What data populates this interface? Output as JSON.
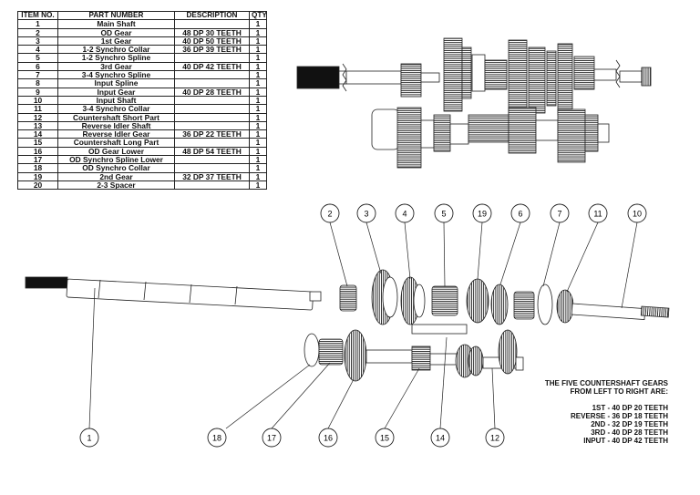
{
  "table": {
    "headers": [
      "ITEM NO.",
      "PART NUMBER",
      "DESCRIPTION",
      "QTY."
    ],
    "rows": [
      {
        "item": "1",
        "part": "Main Shaft",
        "desc": "",
        "qty": "1"
      },
      {
        "item": "2",
        "part": "OD Gear",
        "desc": "48 DP 30 TEETH",
        "qty": "1"
      },
      {
        "item": "3",
        "part": "1st Gear",
        "desc": "40 DP 50 TEETH",
        "qty": "1"
      },
      {
        "item": "4",
        "part": "1-2 Synchro Collar",
        "desc": "36 DP 39 TEETH",
        "qty": "1"
      },
      {
        "item": "5",
        "part": "1-2 Synchro Spline",
        "desc": "",
        "qty": "1"
      },
      {
        "item": "6",
        "part": "3rd Gear",
        "desc": "40 DP 42 TEETH",
        "qty": "1"
      },
      {
        "item": "7",
        "part": "3-4 Synchro Spline",
        "desc": "",
        "qty": "1"
      },
      {
        "item": "8",
        "part": "Input Spline",
        "desc": "",
        "qty": "1"
      },
      {
        "item": "9",
        "part": "Input Gear",
        "desc": "40 DP 28 TEETH",
        "qty": "1"
      },
      {
        "item": "10",
        "part": "Input Shaft",
        "desc": "",
        "qty": "1"
      },
      {
        "item": "11",
        "part": "3-4 Synchro Collar",
        "desc": "",
        "qty": "1"
      },
      {
        "item": "12",
        "part": "Countershaft Short Part",
        "desc": "",
        "qty": "1"
      },
      {
        "item": "13",
        "part": "Reverse Idler Shaft",
        "desc": "",
        "qty": "1"
      },
      {
        "item": "14",
        "part": "Reverse Idler Gear",
        "desc": "36 DP 22 TEETH",
        "qty": "1"
      },
      {
        "item": "15",
        "part": "Countershaft Long Part",
        "desc": "",
        "qty": "1"
      },
      {
        "item": "16",
        "part": "OD Gear Lower",
        "desc": "48 DP 54 TEETH",
        "qty": "1"
      },
      {
        "item": "17",
        "part": "OD Synchro Spline Lower",
        "desc": "",
        "qty": "1"
      },
      {
        "item": "18",
        "part": "OD Synchro Collar",
        "desc": "",
        "qty": "1"
      },
      {
        "item": "19",
        "part": "2nd Gear",
        "desc": "32 DP 37 TEETH",
        "qty": "1"
      },
      {
        "item": "20",
        "part": "2-3 Spacer",
        "desc": "",
        "qty": "1"
      }
    ]
  },
  "balloons": [
    "2",
    "3",
    "4",
    "5",
    "19",
    "6",
    "7",
    "11",
    "10",
    "1",
    "18",
    "17",
    "16",
    "15",
    "14",
    "12"
  ],
  "note": {
    "header": [
      "THE FIVE COUNTERSHAFT GEARS",
      "FROM LEFT TO RIGHT ARE:"
    ],
    "lines": [
      "1ST - 40 DP 20 TEETH",
      "REVERSE - 36 DP 18 TEETH",
      "2ND - 32 DP 19 TEETH",
      "3RD - 40 DP 28 TEETH",
      "INPUT - 40 DP 42 TEETH"
    ]
  }
}
